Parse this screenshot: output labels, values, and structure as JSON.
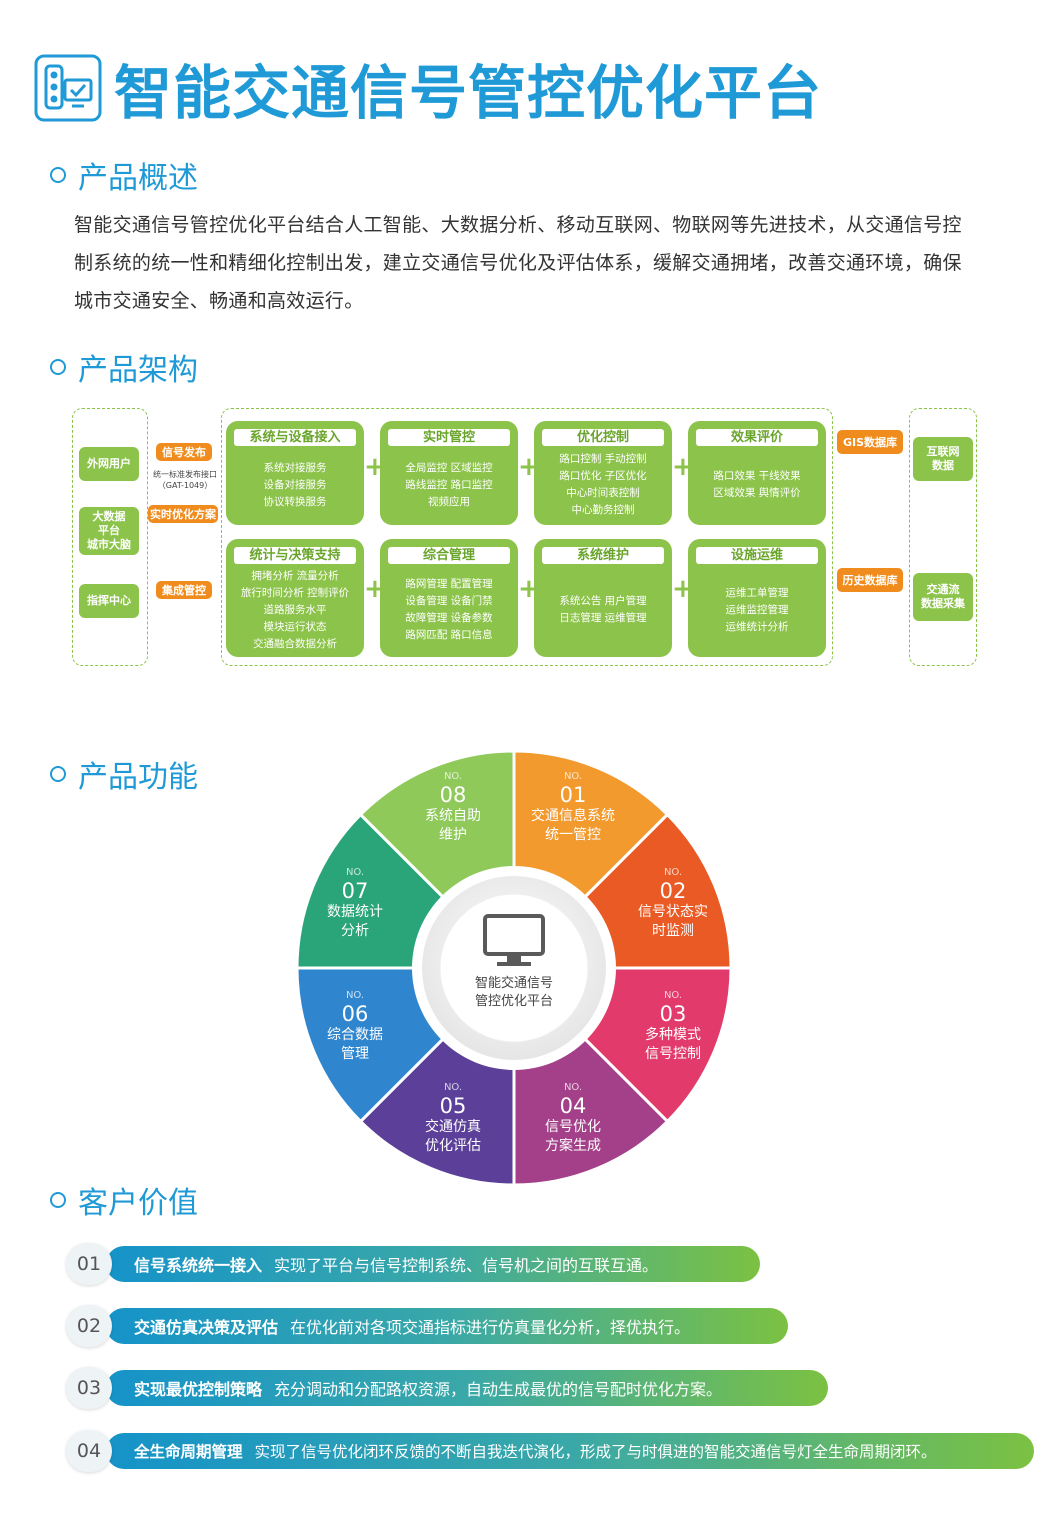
{
  "title": "智能交通信号管控优化平台",
  "colors": {
    "brand": "#1f9ad6",
    "green": "#8cc34a",
    "orange": "#f08c1e"
  },
  "sections": {
    "overview": "产品概述",
    "architecture": "产品架构",
    "features": "产品功能",
    "value": "客户价值"
  },
  "overview_text": "智能交通信号管控优化平台结合人工智能、大数据分析、移动互联网、物联网等先进技术，从交通信号控制系统的统一性和精细化控制出发，建立交通信号优化及评估体系，缓解交通拥堵，改善交通环境，确保城市交通安全、畅通和高效运行。",
  "architecture": {
    "left": [
      "外网用户",
      "大数据\n平台\n城市大脑",
      "指挥中心"
    ],
    "connectors": [
      "信号发布",
      "实时优化方案",
      "集成管控"
    ],
    "std_label": "统一标准发布接口\n（GAT-1049）",
    "modules_top": [
      {
        "title": "系统与设备接入",
        "lines": [
          "系统对接服务",
          "设备对接服务",
          "协议转换服务"
        ]
      },
      {
        "title": "实时管控",
        "lines": [
          "全局监控 区域监控",
          "路线监控 路口监控",
          "视频应用"
        ]
      },
      {
        "title": "优化控制",
        "lines": [
          "路口控制 手动控制",
          "路口优化 子区优化",
          "中心时间表控制",
          "中心勤务控制"
        ]
      },
      {
        "title": "效果评价",
        "lines": [
          "路口效果 干线效果",
          "区域效果 舆情评价"
        ]
      }
    ],
    "modules_bottom": [
      {
        "title": "统计与决策支持",
        "lines": [
          "拥堵分析 流量分析",
          "旅行时间分析 控制评价",
          "道路服务水平",
          "模块运行状态",
          "交通融合数据分析"
        ]
      },
      {
        "title": "综合管理",
        "lines": [
          "路网管理 配置管理",
          "设备管理 设备门禁",
          "故障管理 设备参数",
          "路网匹配 路口信息"
        ]
      },
      {
        "title": "系统维护",
        "lines": [
          "系统公告 用户管理",
          "日志管理 运维管理"
        ]
      },
      {
        "title": "设施运维",
        "lines": [
          "运维工单管理",
          "运维监控管理",
          "运维统计分析"
        ]
      }
    ],
    "databases": [
      "GIS数据库",
      "历史数据库"
    ],
    "right": [
      "互联网\n数据",
      "交通流\n数据采集"
    ]
  },
  "wheel": {
    "center_label": "智能交通信号\n管控优化平台",
    "no_label": "NO.",
    "segments": [
      {
        "num": "01",
        "name": "交通信息系统\n统一管控",
        "color": "#f29a2e"
      },
      {
        "num": "02",
        "name": "信号状态实\n时监测",
        "color": "#ea5a24"
      },
      {
        "num": "03",
        "name": "多种模式\n信号控制",
        "color": "#e23a6a"
      },
      {
        "num": "04",
        "name": "信号优化\n方案生成",
        "color": "#a4408a"
      },
      {
        "num": "05",
        "name": "交通仿真\n优化评估",
        "color": "#5b3f98"
      },
      {
        "num": "06",
        "name": "综合数据\n管理",
        "color": "#2f86cf"
      },
      {
        "num": "07",
        "name": "数据统计\n分析",
        "color": "#2aa579"
      },
      {
        "num": "08",
        "name": "系统自助\n维护",
        "color": "#8ec95a"
      }
    ]
  },
  "value_items": [
    {
      "num": "01",
      "title": "信号系统统一接入",
      "desc": "实现了平台与信号控制系统、信号机之间的互联互通。"
    },
    {
      "num": "02",
      "title": "交通仿真决策及评估",
      "desc": "在优化前对各项交通指标进行仿真量化分析，择优执行。"
    },
    {
      "num": "03",
      "title": "实现最优控制策略",
      "desc": "充分调动和分配路权资源，自动生成最优的信号配时优化方案。"
    },
    {
      "num": "04",
      "title": "全生命周期管理",
      "desc": "实现了信号优化闭环反馈的不断自我迭代演化，形成了与时俱进的智能交通信号灯全生命周期闭环。"
    }
  ]
}
